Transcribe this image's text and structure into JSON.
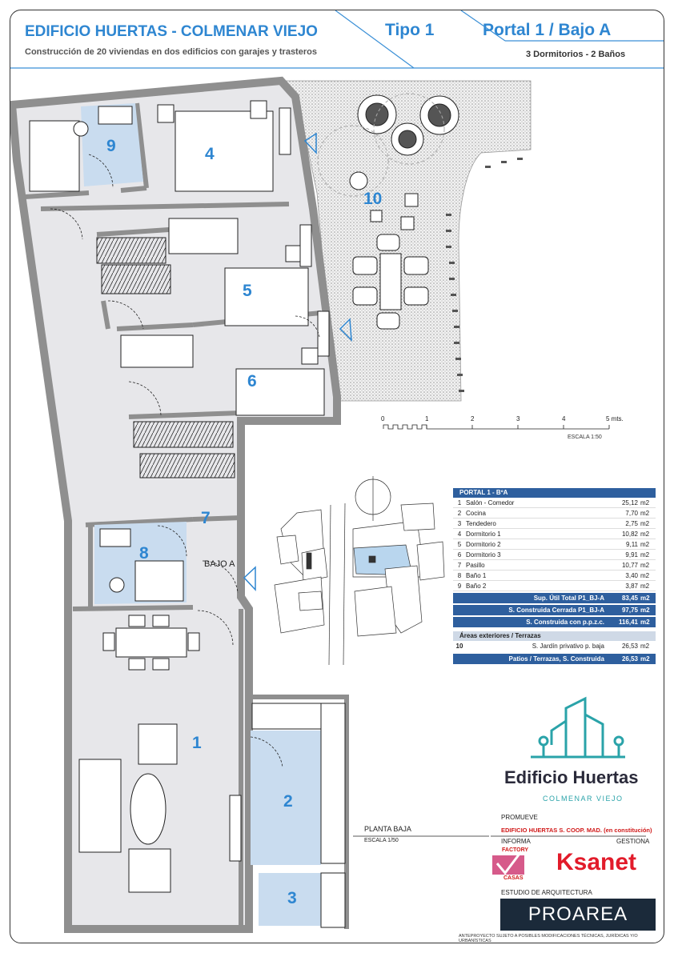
{
  "header": {
    "title": "EDIFICIO HUERTAS - COLMENAR VIEJO",
    "subtitle": "Construcción de 20 viviendas en dos edificios con garajes y trasteros",
    "tipo": "Tipo 1",
    "portal": "Portal 1 / Bajo A",
    "dormitorios": "3 Dormitorios - 2 Baños"
  },
  "rooms": [
    "1",
    "2",
    "3",
    "4",
    "5",
    "6",
    "7",
    "8",
    "9",
    "10"
  ],
  "entrance_label": "BAJO A",
  "scale": {
    "ticks": [
      "0",
      "1",
      "2",
      "3",
      "4",
      "5 mts."
    ],
    "caption": "ESCALA 1:50"
  },
  "table": {
    "title": "PORTAL 1 - BºA",
    "rows": [
      {
        "n": "1",
        "name": "Salón - Comedor",
        "area": "25,12",
        "unit": "m2"
      },
      {
        "n": "2",
        "name": "Cocina",
        "area": "7,70",
        "unit": "m2"
      },
      {
        "n": "3",
        "name": "Tendedero",
        "area": "2,75",
        "unit": "m2"
      },
      {
        "n": "4",
        "name": "Dormitorio 1",
        "area": "10,82",
        "unit": "m2"
      },
      {
        "n": "5",
        "name": "Dormitorio 2",
        "area": "9,11",
        "unit": "m2"
      },
      {
        "n": "6",
        "name": "Dormitorio 3",
        "area": "9,91",
        "unit": "m2"
      },
      {
        "n": "7",
        "name": "Pasillo",
        "area": "10,77",
        "unit": "m2"
      },
      {
        "n": "8",
        "name": "Baño 1",
        "area": "3,40",
        "unit": "m2"
      },
      {
        "n": "9",
        "name": "Baño 2",
        "area": "3,87",
        "unit": "m2"
      }
    ],
    "totals": [
      {
        "label": "Sup. Útil Total  P1_BJ-A",
        "area": "83,45",
        "unit": "m2"
      },
      {
        "label": "S. Construida  Cerrada P1_BJ-A",
        "area": "97,75",
        "unit": "m2"
      },
      {
        "label": "S. Construida con p.p.z.c.",
        "area": "116,41",
        "unit": "m2"
      }
    ],
    "ext_title": "Áreas exteriores / Terrazas",
    "ext_row": {
      "n": "10",
      "name": "S. Jardín privativo p. baja",
      "area": "26,53",
      "unit": "m2"
    },
    "ext_total": {
      "label": "Patios / Terrazas, S. Construida",
      "area": "26,53",
      "unit": "m2"
    }
  },
  "plan": {
    "title": "PLANTA BAJA",
    "scale": "ESCALA 1/50"
  },
  "brand": {
    "name": "Edificio Huertas",
    "city": "COLMENAR VIEJO",
    "color": "#2aa3a9"
  },
  "credits": {
    "promueve_label": "PROMUEVE",
    "promueve_value": "EDIFICIO HUERTAS  S.  COOP.  MAD. (en constitución)",
    "informa_label": "INFORMA",
    "gestiona_label": "GESTIONA",
    "factory_top": "FACTORY",
    "factory_bottom": "CASAS",
    "ksanet": "Ksanet",
    "estudio_label": "ESTUDIO  DE  ARQUITECTURA",
    "proarea": "PROAREA",
    "disclaimer": "ANTEPROYECTO SUJETO A POSIBLES MODIFICACIONES TÉCNICAS, JURÍDICAS Y/O URBANÍSTICAS"
  },
  "colors": {
    "accent": "#2e86d1",
    "table_header": "#2e5f9e",
    "wall": "#8f8f8f",
    "bathroom_fill": "#c9dcef",
    "floor_fill": "#e6e6e8"
  }
}
